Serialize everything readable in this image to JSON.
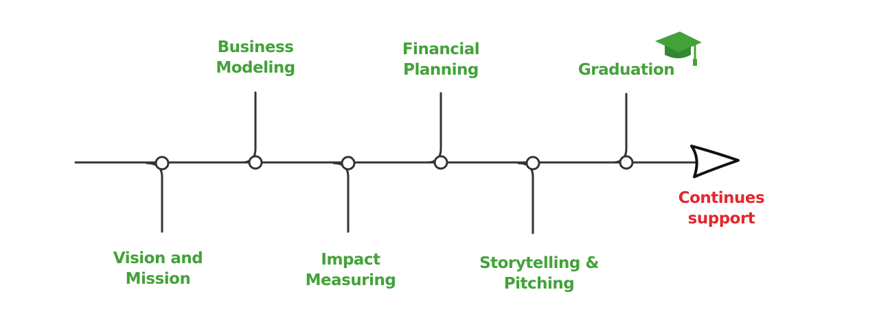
{
  "colors": {
    "line": "#333333",
    "stage_text": "#43a23a",
    "end_text": "#e3262e",
    "cap": "#43a23a"
  },
  "milestones": [
    {
      "lines": [
        "Vision and",
        "Mission"
      ]
    },
    {
      "lines": [
        "Business",
        "Modeling"
      ]
    },
    {
      "lines": [
        "Impact",
        "Measuring"
      ]
    },
    {
      "lines": [
        "Financial",
        "Planning"
      ]
    },
    {
      "lines": [
        "Storytelling &",
        "Pitching"
      ]
    },
    {
      "lines": [
        "Graduation"
      ]
    }
  ],
  "end_label": {
    "lines": [
      "Continues",
      "support"
    ]
  },
  "icons": {
    "graduation": "graduation-cap-icon",
    "end": "arrow-head-icon"
  }
}
